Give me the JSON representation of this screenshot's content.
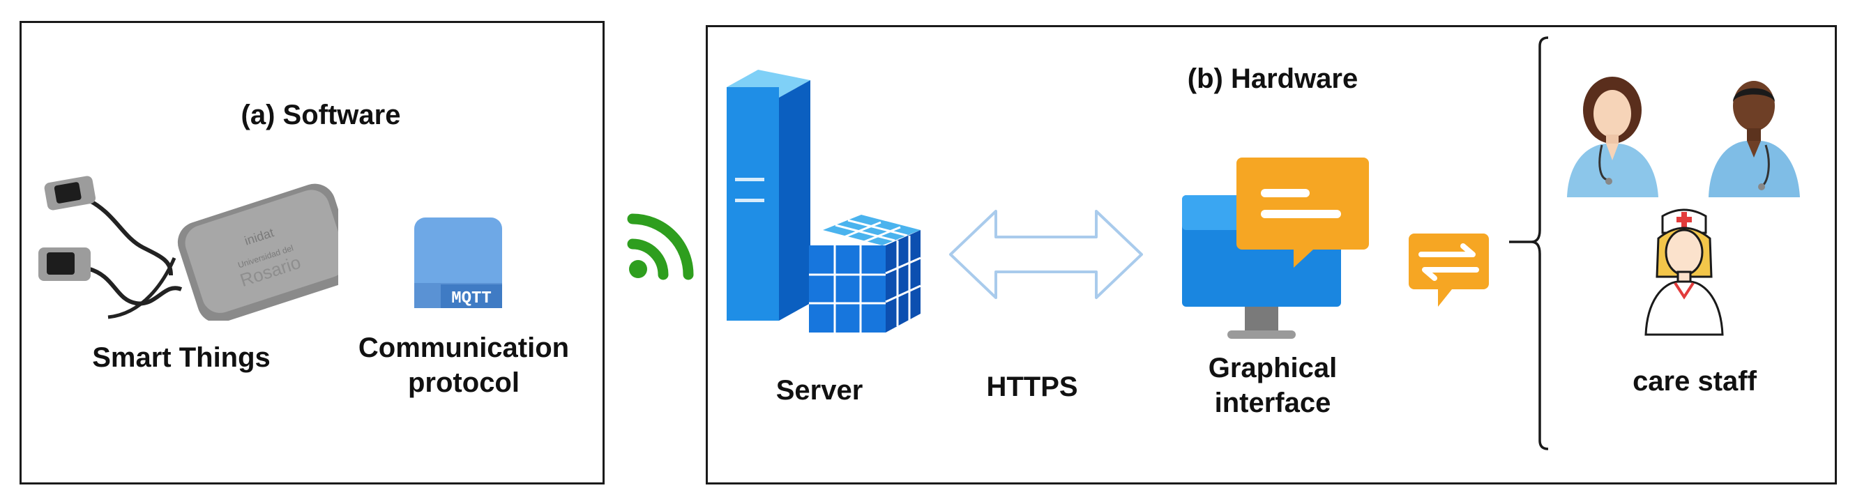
{
  "software": {
    "title": "(a) Software",
    "smart_things_label": "Smart Things",
    "protocol_label_line1": "Communication",
    "protocol_label_line2": "protocol",
    "mqtt_badge": "MQTT",
    "device_text_line1": "inidat",
    "device_text_line2": "Universidad del",
    "device_text_line3": "Rosario"
  },
  "hardware": {
    "title": "(b) Hardware",
    "server_label": "Server",
    "https_label": "HTTPS",
    "gui_label_line1": "Graphical",
    "gui_label_line2": "interface",
    "care_staff_label": "care staff"
  },
  "colors": {
    "wifi": "#2e9e1e",
    "mqtt": "#6ea8e6",
    "server": "#1f8ee6",
    "arrow_outline": "#a9cbec",
    "chat": "#f6a623",
    "monitor": "#1a86e0"
  },
  "icons": [
    "wearable-device-icon",
    "mqtt-icon",
    "wifi-icon",
    "server-icon",
    "database-cube-icon",
    "double-arrow-icon",
    "monitor-icon",
    "chat-bubble-icon",
    "exchange-icon",
    "brace-icon",
    "female-doctor-icon",
    "male-doctor-icon",
    "nurse-icon"
  ]
}
